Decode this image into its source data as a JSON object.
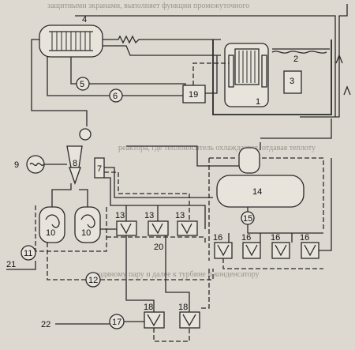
{
  "background_text": [
    "защитными экранами, выполняет функции промежуточного",
    "реактора, где теплоноситель охлаждается, отдавая теплоту",
    "водяному пару и далее к турбине и конденсатору"
  ],
  "components": {
    "c1": "1",
    "c2": "2",
    "c3": "3",
    "c4": "4",
    "c5": "5",
    "c6": "6",
    "c7": "7",
    "c8": "8",
    "c9": "9",
    "c10a": "10",
    "c10b": "10",
    "c11": "11",
    "c12": "12",
    "c13a": "13",
    "c13b": "13",
    "c13c": "13",
    "c14": "14",
    "c15": "15",
    "c16a": "16",
    "c16b": "16",
    "c16c": "16",
    "c16d": "16",
    "c17": "17",
    "c18a": "18",
    "c18b": "18",
    "c19": "19",
    "c20": "20",
    "c21": "21",
    "c22": "22"
  },
  "colors": {
    "background": "#ded9d0",
    "line": "#2a2a2a",
    "equipment_fill": "#e8e4dc"
  }
}
